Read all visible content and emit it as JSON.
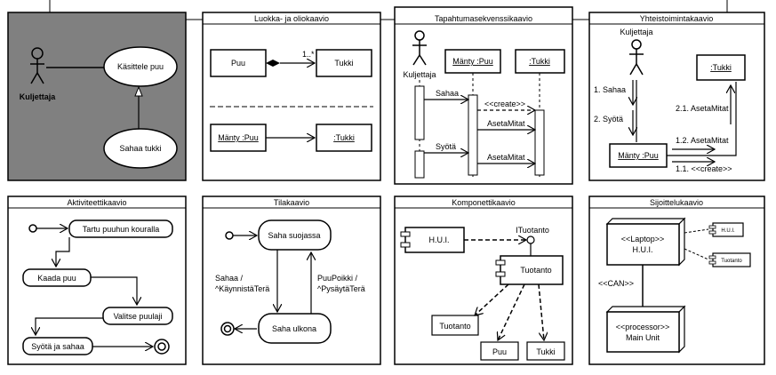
{
  "colors": {
    "usecase_panel_bg": "#808080",
    "stroke": "#000000",
    "fill": "#ffffff"
  },
  "panels": {
    "use_case": {
      "actor": "Kuljettaja",
      "usecases": [
        "Käsittele puu",
        "Sahaa tukki"
      ]
    },
    "class": {
      "title": "Luokka- ja oliokaavio",
      "class_a": "Puu",
      "class_b": "Tukki",
      "multiplicity": "1..*",
      "object_a": "Mänty :Puu",
      "object_b": ":Tukki"
    },
    "sequence": {
      "title": "Tapahtumasekvenssikaavio",
      "actor": "Kuljettaja",
      "obj_a": "Mänty :Puu",
      "obj_b": ":Tukki",
      "msg_saw": "Sahaa",
      "msg_create": "<<create>>",
      "msg_set1": "AsetaMitat",
      "msg_feed": "Syötä",
      "msg_set2": "AsetaMitat"
    },
    "collaboration": {
      "title": "Yhteistoimintakaavio",
      "actor": "Kuljettaja",
      "obj_a": "Mänty :Puu",
      "obj_b": ":Tukki",
      "m1": "1. Sahaa",
      "m2": "2. Syötä",
      "m21": "2.1. AsetaMitat",
      "m12": "1.2. AsetaMitat",
      "m11": "1.1. <<create>>"
    },
    "activity": {
      "title": "Aktiviteettikaavio",
      "a1": "Tartu puuhun kouralla",
      "a2": "Kaada puu",
      "a3": "Valitse puulaji",
      "a4": "Syötä ja sahaa"
    },
    "state": {
      "title": "Tilakaavio",
      "s1": "Saha suojassa",
      "s2": "Saha ulkona",
      "t1_line1": "Sahaa /",
      "t1_line2": "^KäynnistäTerä",
      "t2_line1": "PuuPoikki /",
      "t2_line2": "^PysäytäTerä"
    },
    "component": {
      "title": "Komponettikaavio",
      "c1": "H.U.I.",
      "iface": "ITuotanto",
      "c2": "Tuotanto",
      "c3": "Tuotanto",
      "c4": "Puu",
      "c5": "Tukki"
    },
    "deployment": {
      "title": "Sijoittelukaavio",
      "n1_line1": "<<Laptop>>",
      "n1_line2": "H.U.I.",
      "c_small1": "H.U.I.",
      "c_small2": "Tuotanto",
      "link": "<<CAN>>",
      "n2_line1": "<<processor>>",
      "n2_line2": "Main Unit"
    }
  }
}
